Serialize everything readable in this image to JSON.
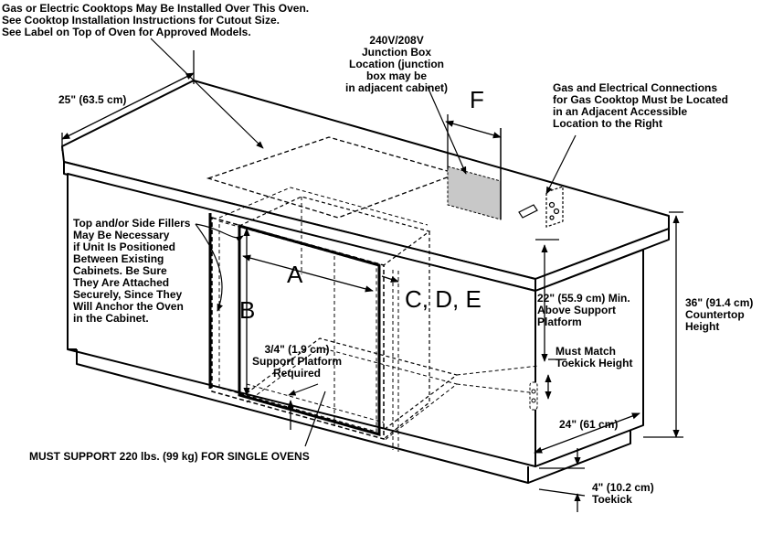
{
  "notes": {
    "cooktop": "Gas or Electric Cooktops May Be Installed Over This Oven.\nSee Cooktop Installation Instructions for Cutout Size.\nSee Label on Top of Oven for Approved Models.",
    "junction_box": "240V/208V\nJunction Box\nLocation (junction\nbox may be\nin adjacent cabinet)",
    "gas_connections": "Gas and Electrical Connections\nfor Gas Cooktop Must be Located\nin an Adjacent Accessible\nLocation to the Right",
    "fillers": "Top and/or Side Fillers\nMay Be Necessary\nif Unit Is Positioned\nBetween Existing\nCabinets. Be Sure\nThey Are Attached\nSecurely, Since They\nWill Anchor the Oven\nin the Cabinet.",
    "platform_height": "22\" (55.9 cm) Min.\nAbove Support\nPlatform",
    "countertop_height": "36\" (91.4 cm)\nCountertop\nHeight",
    "toekick_match": "Must Match\nToekick Height",
    "support_platform": "3/4\" (1.9 cm)\nSupport Platform\nRequired",
    "depth_24": "24\" (61 cm)",
    "depth_25": "25\" (63.5 cm)",
    "toekick": "4\" (10.2 cm)\nToekick",
    "must_support": "MUST SUPPORT 220 lbs. (99 kg) FOR SINGLE OVENS"
  },
  "dimension_letters": {
    "a": "A",
    "b": "B",
    "cde": "C, D, E",
    "f": "F"
  }
}
